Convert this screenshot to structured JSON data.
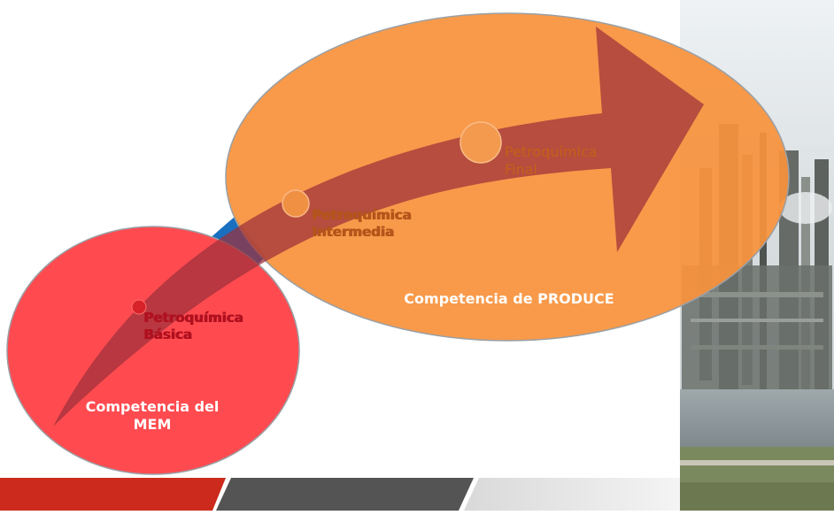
{
  "diagram": {
    "stages": [
      {
        "id": "basica",
        "label": "Petroquímica\nBásica"
      },
      {
        "id": "intermedia",
        "label": "Petroquímica\nIntermedia"
      },
      {
        "id": "final",
        "label": "Petroquímica\nFinal"
      }
    ],
    "competences": {
      "mem": "Competencia del\nMEM",
      "produce": "Competencia de PRODUCE"
    }
  },
  "colors": {
    "mem_circle": "#ff4b50",
    "produce_circle": "#f7923c",
    "arrow": "#9d2f3a",
    "arrow_edge": "#1a6fbf",
    "footer_red": "#cc2a1c",
    "footer_gray": "#545454",
    "footer_light": "#e6e6e6"
  },
  "background_photo": "refinery-photo"
}
